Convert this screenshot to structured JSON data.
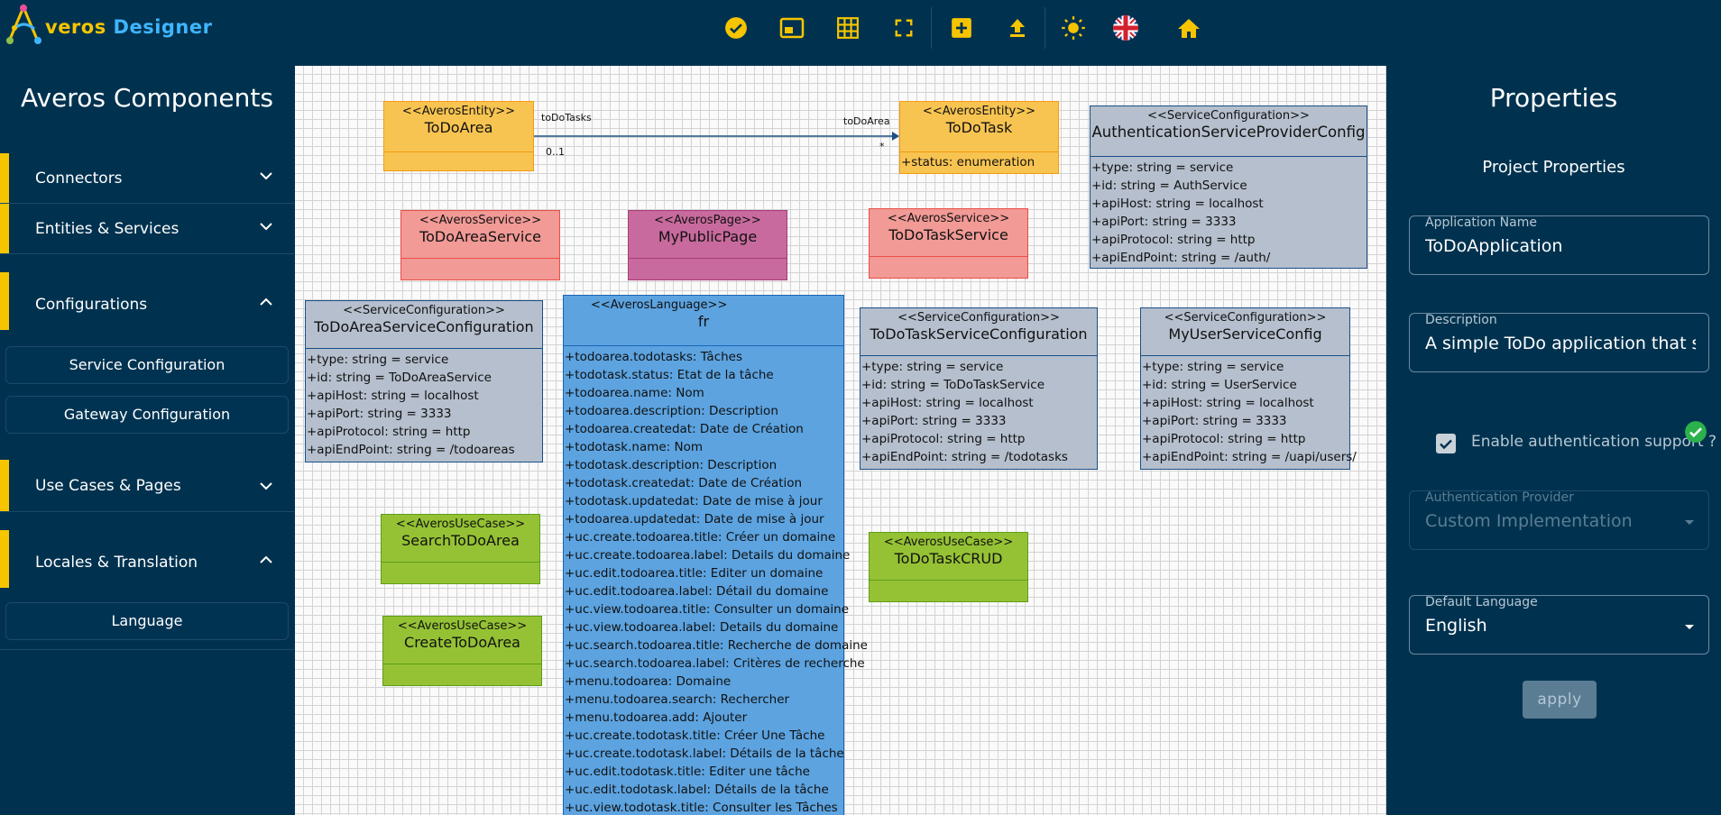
{
  "app": {
    "logo_part1": "veros",
    "logo_part2": "Designer"
  },
  "toolbar": {
    "buttons": [
      {
        "icon": "check-circle-icon"
      },
      {
        "icon": "picture-in-picture-icon"
      },
      {
        "icon": "grid-icon"
      },
      {
        "icon": "fullscreen-icon"
      },
      {
        "icon": "add-box-icon"
      },
      {
        "icon": "upload-icon"
      },
      {
        "icon": "brightness-icon"
      },
      {
        "icon": "uk-flag-icon"
      },
      {
        "icon": "home-icon"
      }
    ]
  },
  "left_panel": {
    "title": "Averos Components",
    "sections": [
      {
        "label": "Connectors",
        "expanded": false
      },
      {
        "label": "Entities & Services",
        "expanded": false
      },
      {
        "label": "Configurations",
        "expanded": true,
        "items": [
          "Service Configuration",
          "Gateway Configuration"
        ]
      },
      {
        "label": "Use Cases & Pages",
        "expanded": false
      },
      {
        "label": "Locales & Translation",
        "expanded": true,
        "items": [
          "Language"
        ]
      }
    ]
  },
  "diagram": {
    "classes": [
      {
        "stereotype": "<<AverosEntity>>",
        "name": "ToDoArea",
        "attributes": []
      },
      {
        "stereotype": "<<AverosEntity>>",
        "name": "ToDoTask",
        "attributes": [
          "+status: enumeration"
        ]
      },
      {
        "stereotype": "<<ServiceConfiguration>>",
        "name": "AuthenticationServiceProviderConfig",
        "attributes": [
          "+type: string = service",
          "+id: string = AuthService",
          "+apiHost: string = localhost",
          "+apiPort: string = 3333",
          "+apiProtocol: string = http",
          "+apiEndPoint: string = /auth/"
        ]
      },
      {
        "stereotype": "<<AverosService>>",
        "name": "ToDoAreaService",
        "attributes": []
      },
      {
        "stereotype": "<<AverosPage>>",
        "name": "MyPublicPage",
        "attributes": []
      },
      {
        "stereotype": "<<AverosService>>",
        "name": "ToDoTaskService",
        "attributes": []
      },
      {
        "stereotype": "<<ServiceConfiguration>>",
        "name": "ToDoAreaServiceConfiguration",
        "attributes": [
          "+type: string = service",
          "+id: string = ToDoAreaService",
          "+apiHost: string = localhost",
          "+apiPort: string = 3333",
          "+apiProtocol: string = http",
          "+apiEndPoint: string = /todoareas"
        ]
      },
      {
        "stereotype": "<<AverosLanguage>>",
        "name": "fr",
        "attributes": [
          "+todoarea.todotasks: Tâches",
          "+todotask.status: Etat de la tâche",
          "+todoarea.name: Nom",
          "+todoarea.description: Description",
          "+todoarea.createdat: Date de Création",
          "+todotask.name: Nom",
          "+todotask.description: Description",
          "+todotask.createdat: Date de Création",
          "+todotask.updatedat: Date de mise à jour",
          "+todoarea.updatedat: Date de mise à jour",
          "+uc.create.todoarea.title: Créer un domaine",
          "+uc.create.todoarea.label: Details du domaine",
          "+uc.edit.todoarea.title: Editer un domaine",
          "+uc.edit.todoarea.label: Détail du domaine",
          "+uc.view.todoarea.title: Consulter un domaine",
          "+uc.view.todoarea.label: Details du domaine",
          "+uc.search.todoarea.title: Recherche de domaine",
          "+uc.search.todoarea.label: Critères de recherche",
          "+menu.todoarea: Domaine",
          "+menu.todoarea.search: Rechercher",
          "+menu.todoarea.add: Ajouter",
          "+uc.create.todotask.title: Créer Une Tâche",
          "+uc.create.todotask.label: Détails de la tâche",
          "+uc.edit.todotask.title: Editer une tâche",
          "+uc.edit.todotask.label: Détails de la tâche",
          "+uc.view.todotask.title: Consulter les Tâches"
        ]
      },
      {
        "stereotype": "<<ServiceConfiguration>>",
        "name": "ToDoTaskServiceConfiguration",
        "attributes": [
          "+type: string = service",
          "+id: string = ToDoTaskService",
          "+apiHost: string = localhost",
          "+apiPort: string = 3333",
          "+apiProtocol: string = http",
          "+apiEndPoint: string = /todotasks"
        ]
      },
      {
        "stereotype": "<<ServiceConfiguration>>",
        "name": "MyUserServiceConfig",
        "attributes": [
          "+type: string = service",
          "+id: string = UserService",
          "+apiHost: string = localhost",
          "+apiPort: string = 3333",
          "+apiProtocol: string = http",
          "+apiEndPoint: string = /uapi/users/"
        ]
      },
      {
        "stereotype": "<<AverosUseCase>>",
        "name": "SearchToDoArea",
        "attributes": []
      },
      {
        "stereotype": "<<AverosUseCase>>",
        "name": "CreateToDoArea",
        "attributes": []
      },
      {
        "stereotype": "<<AverosUseCase>>",
        "name": "ToDoTaskCRUD",
        "attributes": []
      }
    ],
    "relation": {
      "source_role": "toDoTasks",
      "target_role": "toDoArea",
      "source_mult": "0..1",
      "target_mult": "*"
    }
  },
  "right_panel": {
    "title": "Properties",
    "subtitle": "Project Properties",
    "app_name_label": "Application Name",
    "app_name_value": "ToDoApplication",
    "description_label": "Description",
    "description_value": "A simple ToDo application that serv",
    "auth_label": "Enable authentication support ?",
    "auth_enabled": true,
    "auth_provider_label": "Authentication Provider",
    "auth_provider_value": "Custom Implementation",
    "language_label": "Default Language",
    "language_value": "English",
    "apply_label": "apply"
  }
}
